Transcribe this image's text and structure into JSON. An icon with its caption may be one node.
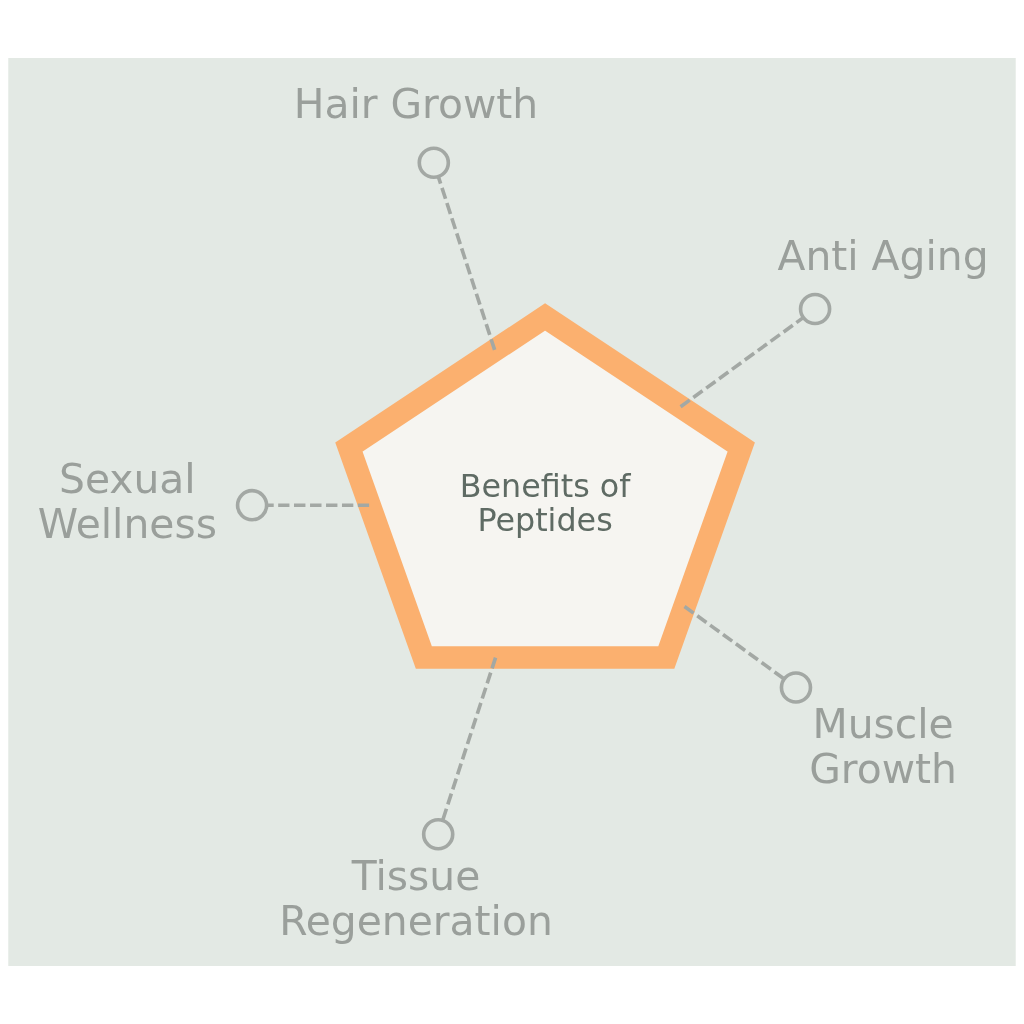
{
  "diagram": {
    "nodes": [
      {
        "text": [
          "Benefits of Peptides"
        ]
      },
      {
        "text": [
          "Anti Aging"
        ]
      },
      {
        "text": [
          "Hair Growth"
        ]
      },
      {
        "text": [
          "Sexual Wellness"
        ]
      },
      {
        "text": [
          "Tissue Regeneration"
        ]
      },
      {
        "text": [
          "Muscle Growth"
        ]
      }
    ],
    "edges": [
      {
        "from": 0,
        "to": 1,
        "arrow": "other",
        "style": "dashed"
      },
      {
        "from": 0,
        "to": 2,
        "arrow": "other",
        "style": "dashed"
      },
      {
        "from": 0,
        "to": 3,
        "arrow": "other",
        "style": "dashed"
      },
      {
        "from": 0,
        "to": 4,
        "arrow": "other",
        "style": "dashed"
      },
      {
        "from": 0,
        "to": 5,
        "arrow": "other",
        "style": "dashed"
      }
    ]
  }
}
